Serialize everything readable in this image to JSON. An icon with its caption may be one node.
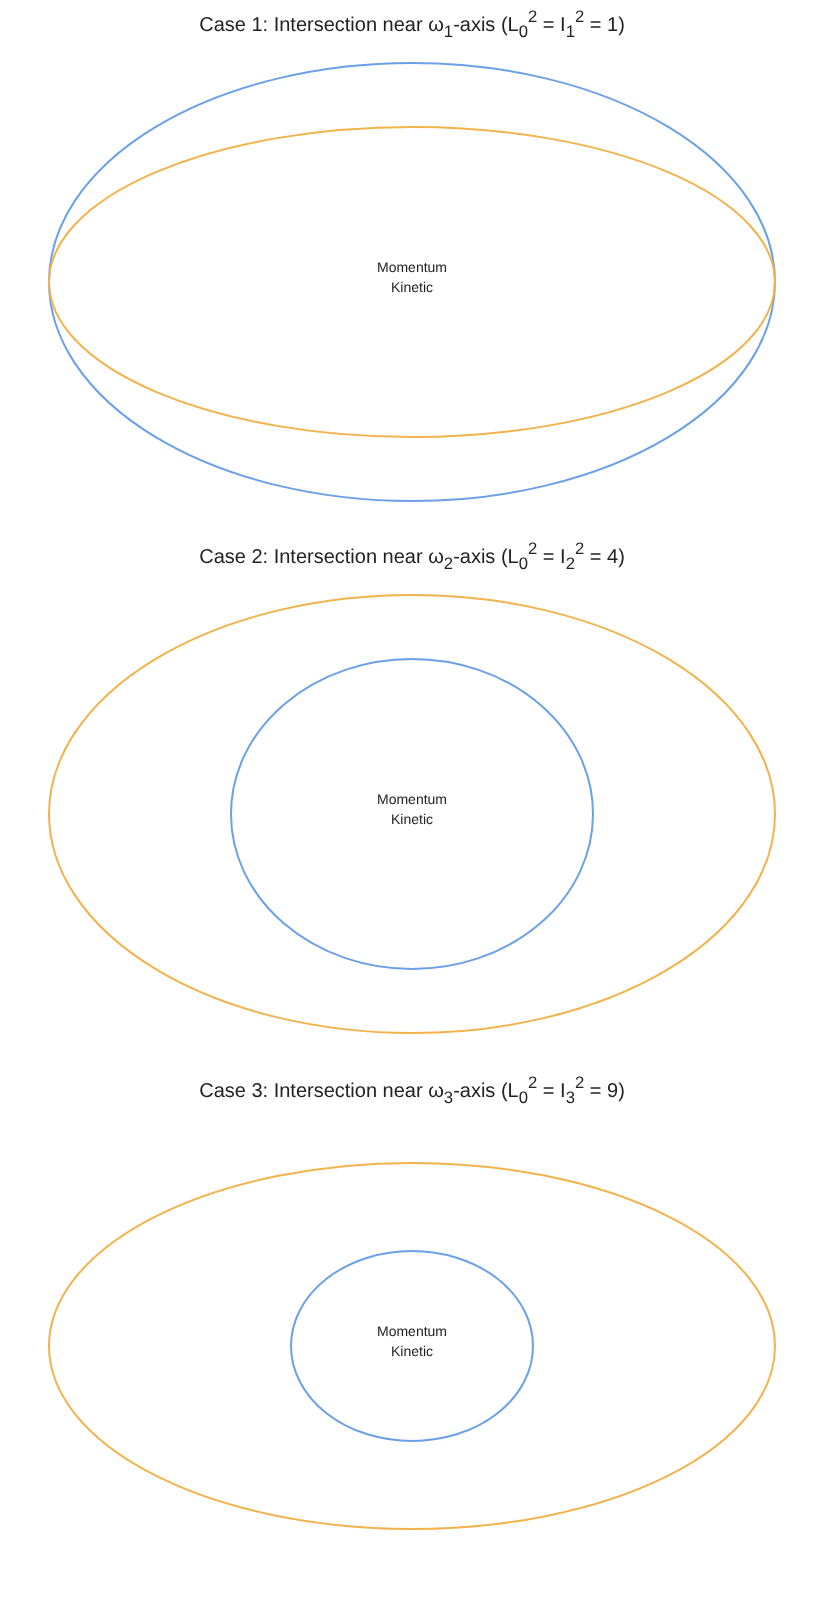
{
  "diagram": {
    "nodes": [
      {
        "text": [],
        "shape": "ellipse"
      },
      {
        "text": [],
        "shape": "ellipse",
        "in": 0
      },
      {
        "text": [],
        "shape": "ellipse"
      },
      {
        "text": [],
        "shape": "ellipse",
        "in": 2
      },
      {
        "text": [],
        "shape": "ellipse"
      },
      {
        "text": [],
        "shape": "ellipse",
        "in": 4
      }
    ],
    "labels": [
      "Case 1: Intersection near ω$_{1}$-axis (L$_{0}$$^{2}$ = I$_{1}$$^{2}$ = 1)",
      "Momentum",
      "Kinetic",
      "Case 2: Intersection near ω$_{2}$-axis (L$_{0}$$^{2}$ = I$_{2}$$^{2}$ = 4)",
      "Momentum",
      "Kinetic",
      "Case 3: Intersection near ω$_{3}$-axis (L$_{0}$$^{2}$ = I$_{3}$$^{2}$ = 9)",
      "Momentum",
      "Kinetic"
    ]
  }
}
